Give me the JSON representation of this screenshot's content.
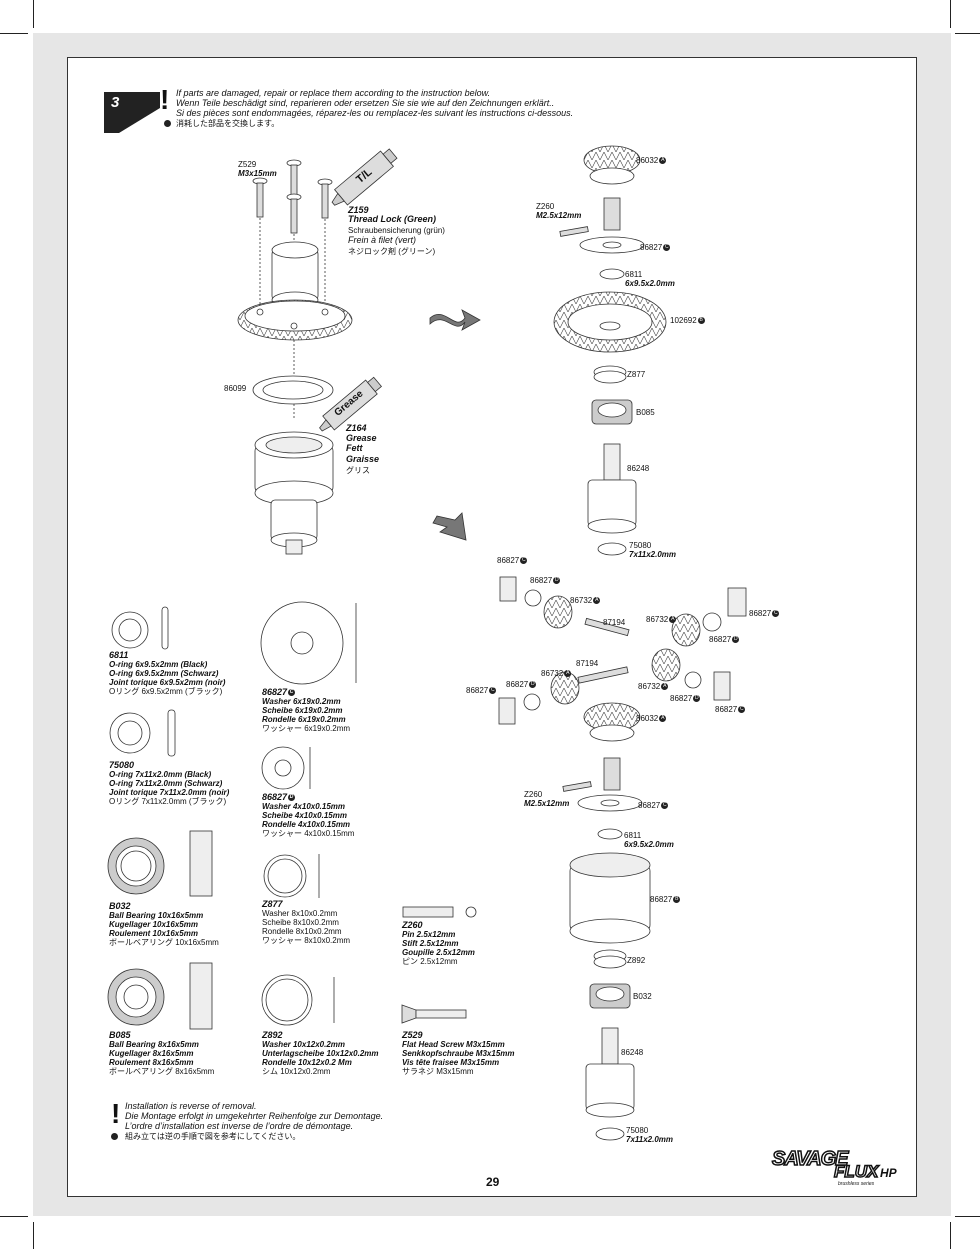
{
  "step": {
    "number": "3"
  },
  "top_notice": [
    "If parts are damaged, repair or replace them according to the instruction below.",
    "Wenn Teile beschädigt sind, reparieren oder ersetzen Sie sie wie auf den Zeichnungen erklärt..",
    "Si des pièces sont endommagées, réparez-les ou remplacez-les suivant les instructions ci-dessous.",
    "消耗した部品を交換します。"
  ],
  "bottom_notice": [
    "Installation is reverse of removal.",
    "Die Montage erfolgt in umgekehrter Reihenfolge zur Demontage.",
    "L’ordre d’installation est inverse de l’ordre de démontage.",
    "組み立ては逆の手順で図を参考にしてください。"
  ],
  "left_assembly": {
    "screw_code": "Z529",
    "screw_size": "M3x15mm",
    "threadlock": {
      "tube_text": "T/L",
      "code": "Z159",
      "en": "Thread Lock (Green)",
      "de": "Schraubensicherung (grün)",
      "fr": "Frein à filet (vert)",
      "jp": "ネジロック剤 (グリーン)"
    },
    "gasket_code": "86099",
    "grease": {
      "tube_text": "Grease",
      "code": "Z164",
      "en": "Grease",
      "de": "Fett",
      "fr": "Graisse",
      "jp": "グリス"
    }
  },
  "right_top": {
    "gear_a": "86032",
    "gear_a_mark": "A",
    "pin_code": "Z260",
    "pin_size": "M2.5x12mm",
    "washer_a": "86827",
    "washer_a_mark": "C",
    "oring_code": "6811",
    "oring_size": "6x9.5x2.0mm",
    "ring_gear": "102692",
    "ring_gear_mark": "B",
    "washer_b": "Z877",
    "bearing": "B085",
    "outdrive": "86248",
    "oring2_code": "75080",
    "oring2_size": "7x11x2.0mm"
  },
  "right_mid": {
    "washer_c": "86827",
    "washer_c_mark": "C",
    "washer_d": "86827",
    "washer_d_mark": "D",
    "spider_gear": "86732",
    "spider_mark": "A",
    "shaft": "87194"
  },
  "right_bottom": {
    "gear": "86032",
    "gear_mark": "A",
    "pin_code": "Z260",
    "pin_size": "M2.5x12mm",
    "washer": "86827",
    "washer_mark": "C",
    "oring_code": "6811",
    "oring_size": "6x9.5x2.0mm",
    "case": "86827",
    "case_mark": "B",
    "washer2": "Z892",
    "bearing": "B032",
    "outdrive": "86248",
    "oring2_code": "75080",
    "oring2_size": "7x11x2.0mm"
  },
  "parts": [
    {
      "code": "6811",
      "lines_bold": [
        "O-ring 6x9.5x2mm (Black)",
        "O-ring 6x9.5x2mm (Schwarz)",
        "Joint torique 6x9.5x2mm (noir)"
      ],
      "jp": "Oリング 6x9.5x2mm (ブラック)"
    },
    {
      "code": "75080",
      "lines_bold": [
        "O-ring 7x11x2.0mm (Black)",
        "O-ring 7x11x2.0mm (Schwarz)",
        "Joint torique 7x11x2.0mm (noir)"
      ],
      "jp": "Oリング 7x11x2.0mm (ブラック)"
    },
    {
      "code": "B032",
      "lines_bold": [
        "Ball Bearing 10x16x5mm",
        "Kugellager 10x16x5mm",
        "Roulement 10x16x5mm"
      ],
      "jp": "ボールベアリング 10x16x5mm"
    },
    {
      "code": "B085",
      "lines_bold": [
        "Ball Bearing 8x16x5mm",
        "Kugellager 8x16x5mm",
        "Roulement 8x16x5mm"
      ],
      "jp": "ボールベアリング 8x16x5mm"
    },
    {
      "code": "86827",
      "mark": "C",
      "lines_bold": [
        "Washer 6x19x0.2mm",
        "Scheibe 6x19x0.2mm",
        "Rondelle 6x19x0.2mm"
      ],
      "jp": "ワッシャー 6x19x0.2mm"
    },
    {
      "code": "86827",
      "mark": "D",
      "lines_bold": [
        "Washer 4x10x0.15mm",
        "Scheibe 4x10x0.15mm",
        "Rondelle 4x10x0.15mm"
      ],
      "jp": "ワッシャー 4x10x0.15mm"
    },
    {
      "code": "Z877",
      "lines_bold": [
        "Washer 8x10x0.2mm",
        "Scheibe 8x10x0.2mm",
        "Rondelle 8x10x0.2mm"
      ],
      "jp": "ワッシャー 8x10x0.2mm"
    },
    {
      "code": "Z892",
      "lines_bold": [
        "Washer 10x12x0.2mm",
        "Unterlagscheibe 10x12x0.2mm",
        "Rondelle 10x12x0.2 Mm"
      ],
      "jp": "シム 10x12x0.2mm"
    },
    {
      "code": "Z260",
      "lines_bold": [
        "Pin 2.5x12mm",
        "Stift 2.5x12mm",
        "Goupille 2.5x12mm"
      ],
      "jp": "ピン 2.5x12mm"
    },
    {
      "code": "Z529",
      "lines_bold": [
        "Flat Head Screw M3x15mm",
        "Senkkopfschraube M3x15mm",
        "Vis tête fraisee M3x15mm"
      ],
      "jp": "サラネジ M3x15mm"
    }
  ],
  "page_number": "29",
  "logo": {
    "line1": "SAVAGE",
    "line2": "FLUX",
    "suffix": "HP",
    "tagline": "brushless series"
  }
}
